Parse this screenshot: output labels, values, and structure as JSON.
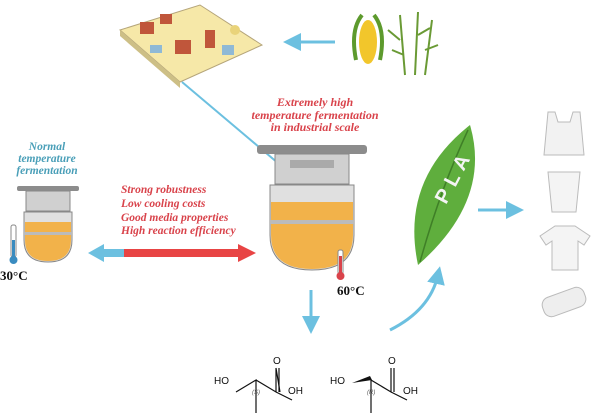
{
  "labels": {
    "extreme": [
      "Extremely high",
      "temperature fermentation",
      "in industrial scale"
    ],
    "normal": [
      "Normal",
      "temperature",
      "fermentation"
    ],
    "advantages": [
      "Strong robustness",
      "Low cooling costs",
      "Good media properties",
      "High reaction efficiency"
    ],
    "temp_low": "30°C",
    "temp_high": "60°C"
  },
  "leaf_text": "PLA",
  "molecules": [
    {
      "ho": "HO",
      "o": "O",
      "oh": "OH",
      "stereo": "(S)"
    },
    {
      "ho": "HO",
      "o": "O",
      "oh": "OH",
      "stereo": "(R)"
    }
  ],
  "colors": {
    "red": "#d9434b",
    "blue": "#6cc0e0",
    "broth": "#f2b24a",
    "leaf": "#5fae3d"
  }
}
